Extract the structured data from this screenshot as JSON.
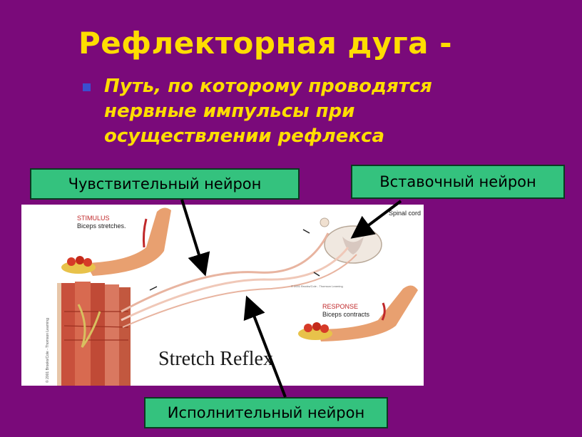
{
  "slide": {
    "title": "Рефлекторная дуга -",
    "subtitle": "Путь, по которому проводятся нервные импульсы при осуществлении рефлекса"
  },
  "labels": {
    "sensory": "Чувствительный  нейрон",
    "interneuron": "Вставочный нейрон",
    "motor": "Исполнительный  нейрон"
  },
  "figure": {
    "caption": "Stretch Reflex",
    "stimulus_heading": "STIMULUS",
    "stimulus_text": "Biceps stretches.",
    "response_heading": "RESPONSE",
    "response_text": "Biceps contracts",
    "spinal_cord": "Spinal cord",
    "copyright_side": "© 2001 Brooks/Cole - Thomson Learning",
    "copyright_small": "© 2001 Brooks/Cole - Thomson Learning"
  },
  "colors": {
    "background": "#7a0a7a",
    "title": "#ffdd00",
    "label_box": "#34c27e",
    "bullet": "#3a4fd0"
  }
}
